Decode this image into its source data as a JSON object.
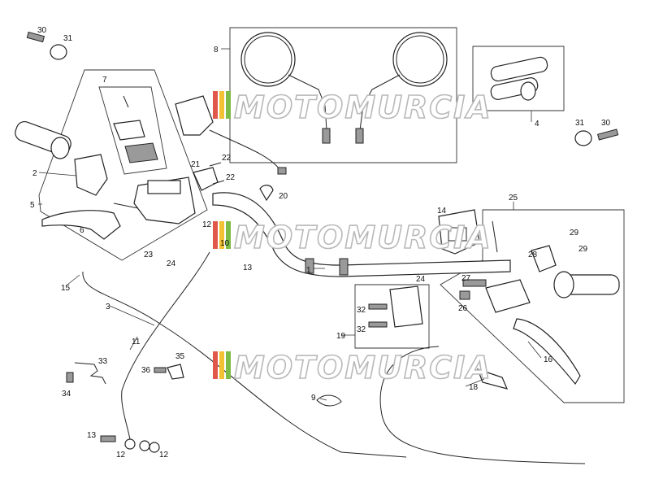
{
  "watermark": {
    "text": "MOTOMURCIA",
    "stripe_colors": [
      "#e0584a",
      "#f2c232",
      "#7dbb47"
    ]
  },
  "callouts": [
    {
      "id": "c1",
      "text": "30"
    },
    {
      "id": "c2",
      "text": "31"
    },
    {
      "id": "c3",
      "text": "7"
    },
    {
      "id": "c4",
      "text": "8"
    },
    {
      "id": "c5",
      "text": "2"
    },
    {
      "id": "c6",
      "text": "22"
    },
    {
      "id": "c7",
      "text": "21"
    },
    {
      "id": "c8",
      "text": "22"
    },
    {
      "id": "c9",
      "text": "20"
    },
    {
      "id": "c10",
      "text": "5"
    },
    {
      "id": "c11",
      "text": "6"
    },
    {
      "id": "c12",
      "text": "12"
    },
    {
      "id": "c13",
      "text": "10"
    },
    {
      "id": "c14",
      "text": "13"
    },
    {
      "id": "c15",
      "text": "1"
    },
    {
      "id": "c16",
      "text": "23"
    },
    {
      "id": "c17",
      "text": "24"
    },
    {
      "id": "c18",
      "text": "15"
    },
    {
      "id": "c19",
      "text": "3"
    },
    {
      "id": "c20",
      "text": "11"
    },
    {
      "id": "c21",
      "text": "33"
    },
    {
      "id": "c22",
      "text": "34"
    },
    {
      "id": "c23",
      "text": "35"
    },
    {
      "id": "c24",
      "text": "36"
    },
    {
      "id": "c25",
      "text": "13"
    },
    {
      "id": "c26",
      "text": "12"
    },
    {
      "id": "c27",
      "text": "12"
    },
    {
      "id": "c28",
      "text": "9"
    },
    {
      "id": "c29",
      "text": "4"
    },
    {
      "id": "c30",
      "text": "31"
    },
    {
      "id": "c31",
      "text": "30"
    },
    {
      "id": "c32",
      "text": "25"
    },
    {
      "id": "c33",
      "text": "14"
    },
    {
      "id": "c34",
      "text": "29"
    },
    {
      "id": "c35",
      "text": "29"
    },
    {
      "id": "c36",
      "text": "28"
    },
    {
      "id": "c37",
      "text": "24"
    },
    {
      "id": "c38",
      "text": "27"
    },
    {
      "id": "c39",
      "text": "26"
    },
    {
      "id": "c40",
      "text": "32"
    },
    {
      "id": "c41",
      "text": "32"
    },
    {
      "id": "c42",
      "text": "19"
    },
    {
      "id": "c43",
      "text": "16"
    },
    {
      "id": "c44",
      "text": "18"
    }
  ]
}
